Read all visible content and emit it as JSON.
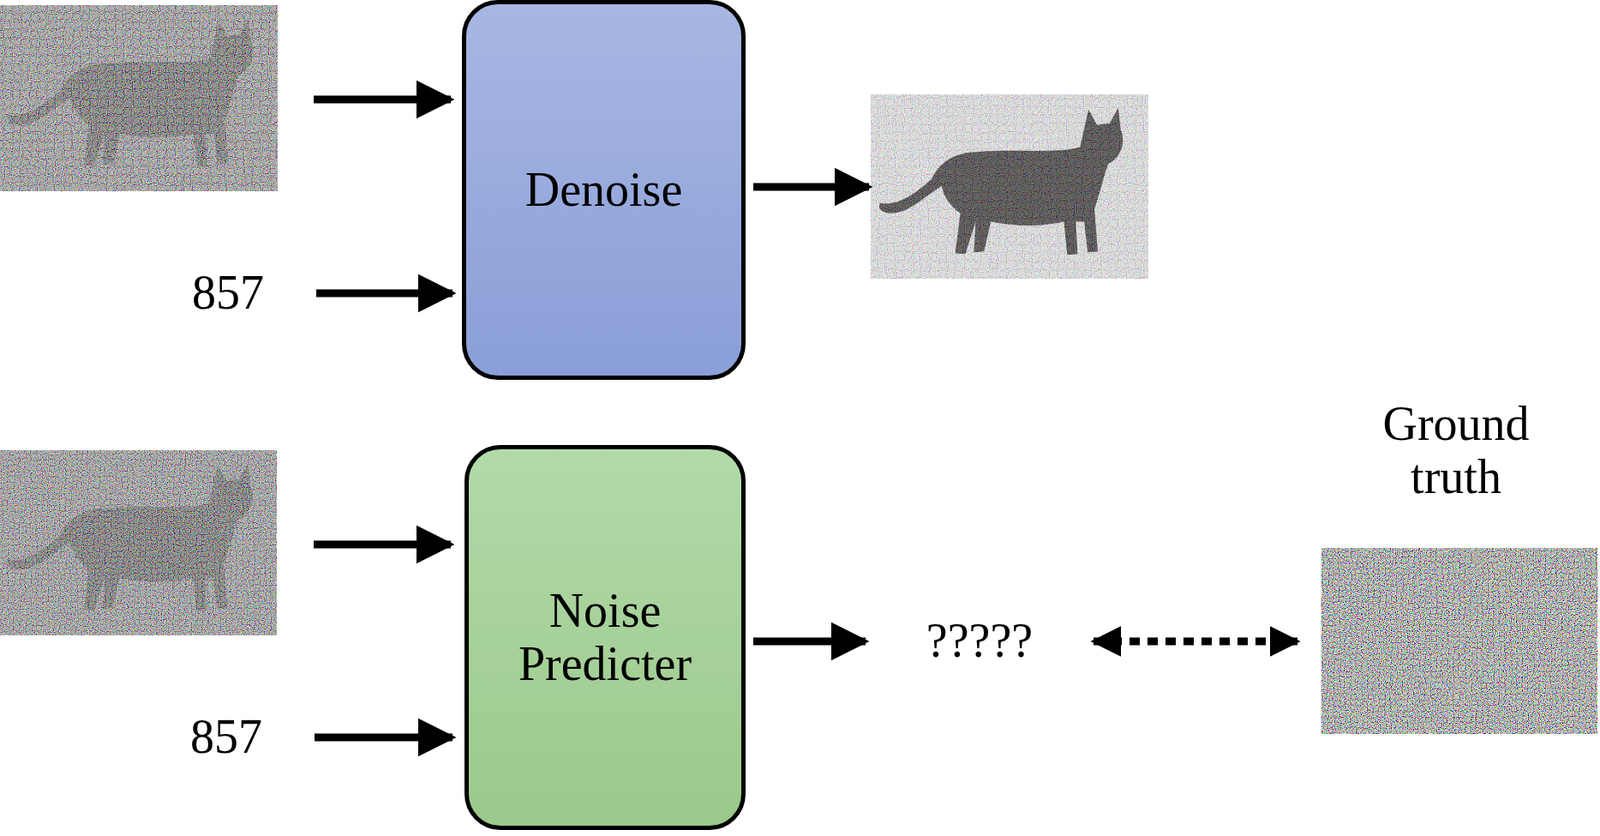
{
  "diagram": {
    "nodes": [
      {
        "text": [
          "Denoise"
        ]
      },
      {
        "text": [
          "Noise Predicter"
        ]
      }
    ],
    "labels": [
      "857",
      "857",
      "?????",
      "Ground truth"
    ]
  }
}
